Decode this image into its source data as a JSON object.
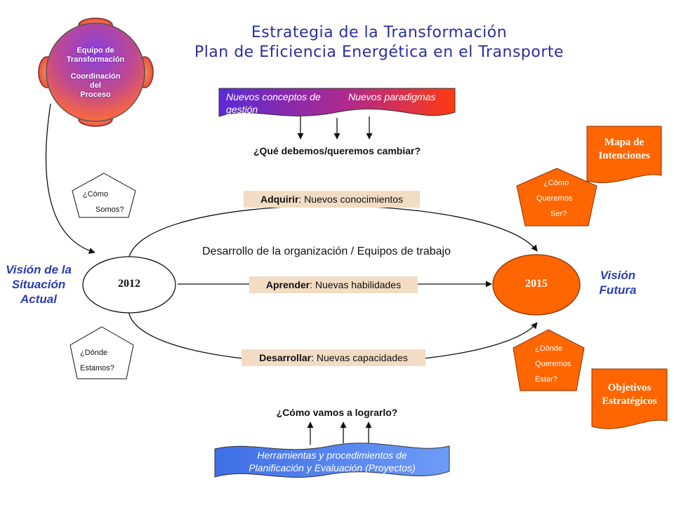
{
  "title": {
    "line1": "Estrategia de la Transformación",
    "line2": "Plan de Eficiencia Energética en el Transporte"
  },
  "team": {
    "line1": "Equipo de",
    "line2": "Transformación",
    "line3": "Coordinación",
    "line4": "del",
    "line5": "Proceso"
  },
  "top_banner": {
    "left": "Nuevos conceptos de gestión",
    "right": "Nuevos paradigmas"
  },
  "question_change": "¿Qué debemos/queremos cambiar?",
  "question_achieve": "¿Cómo vamos a lograrlo?",
  "bottom_banner": {
    "line1": "Herramientas y procedimientos de",
    "line2": "Planificación y Evaluación (Proyectos)"
  },
  "paths": {
    "acquire_key": "Adquirir",
    "acquire_rest": ": Nuevos conocimientos",
    "learn_key": "Aprender",
    "learn_rest": ": Nuevas habilidades",
    "develop_key": "Desarrollar",
    "develop_rest": ": Nuevas capacidades"
  },
  "center_caption": "Desarrollo de la organización / Equipos de trabajo",
  "start": {
    "year": "2012",
    "vision_line1": "Visión de la",
    "vision_line2": "Situación",
    "vision_line3": "Actual",
    "q_top_line1": "¿Cómo",
    "q_top_line2": "Somos?",
    "q_bottom_line1": "¿Dónde",
    "q_bottom_line2": "Estamos?"
  },
  "end": {
    "year": "2015",
    "vision_line1": "Visión",
    "vision_line2": "Futura",
    "q_top_line1": "¿Cómo",
    "q_top_line2": "Queremos",
    "q_top_line3": "Ser?",
    "q_bottom_line1": "¿Dónde",
    "q_bottom_line2": "Queremos",
    "q_bottom_line3": "Estar?"
  },
  "docs": {
    "map_line1": "Mapa de",
    "map_line2": "Intenciones",
    "obj_line1": "Objetivos",
    "obj_line2": "Estratégicos"
  },
  "colors": {
    "orange": "#ff6600",
    "title_blue": "#2a2f9c",
    "label_bg": "#f2dcc4",
    "banner_purple": "#6b2bd1",
    "banner_red": "#ff3a1a",
    "bottom_blue": "#4d7ff0",
    "team_purple": "#8a3fd6"
  }
}
